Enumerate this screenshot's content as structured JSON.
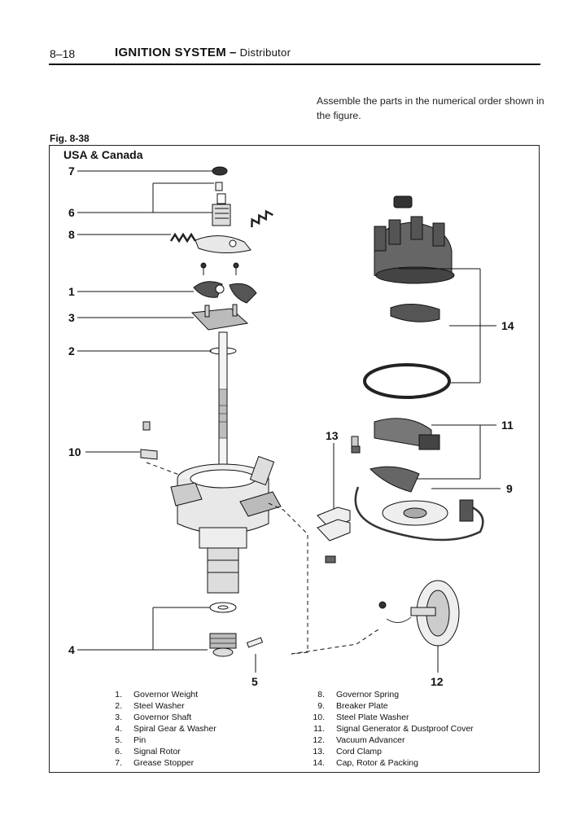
{
  "header": {
    "page_number": "8–18",
    "section": "IGNITION SYSTEM",
    "dash": "–",
    "subsection": "Distributor"
  },
  "instruction": "Assemble the parts in the numerical order shown in the figure.",
  "figure": {
    "label": "Fig. 8-38",
    "title": "USA & Canada",
    "callouts": [
      "7",
      "6",
      "8",
      "1",
      "3",
      "2",
      "10",
      "4",
      "5",
      "14",
      "13",
      "11",
      "9",
      "12"
    ]
  },
  "legend": {
    "left": [
      {
        "num": "1.",
        "text": "Governor Weight"
      },
      {
        "num": "2.",
        "text": "Steel Washer"
      },
      {
        "num": "3.",
        "text": "Governor Shaft"
      },
      {
        "num": "4.",
        "text": "Spiral Gear & Washer"
      },
      {
        "num": "5.",
        "text": "Pin"
      },
      {
        "num": "6.",
        "text": "Signal Rotor"
      },
      {
        "num": "7.",
        "text": "Grease Stopper"
      }
    ],
    "right": [
      {
        "num": "8.",
        "text": "Governor Spring"
      },
      {
        "num": "9.",
        "text": "Breaker Plate"
      },
      {
        "num": "10.",
        "text": "Steel Plate Washer"
      },
      {
        "num": "11.",
        "text": "Signal Generator & Dustproof Cover"
      },
      {
        "num": "12.",
        "text": "Vacuum Advancer"
      },
      {
        "num": "13.",
        "text": "Cord Clamp"
      },
      {
        "num": "14.",
        "text": "Cap, Rotor & Packing"
      }
    ]
  }
}
